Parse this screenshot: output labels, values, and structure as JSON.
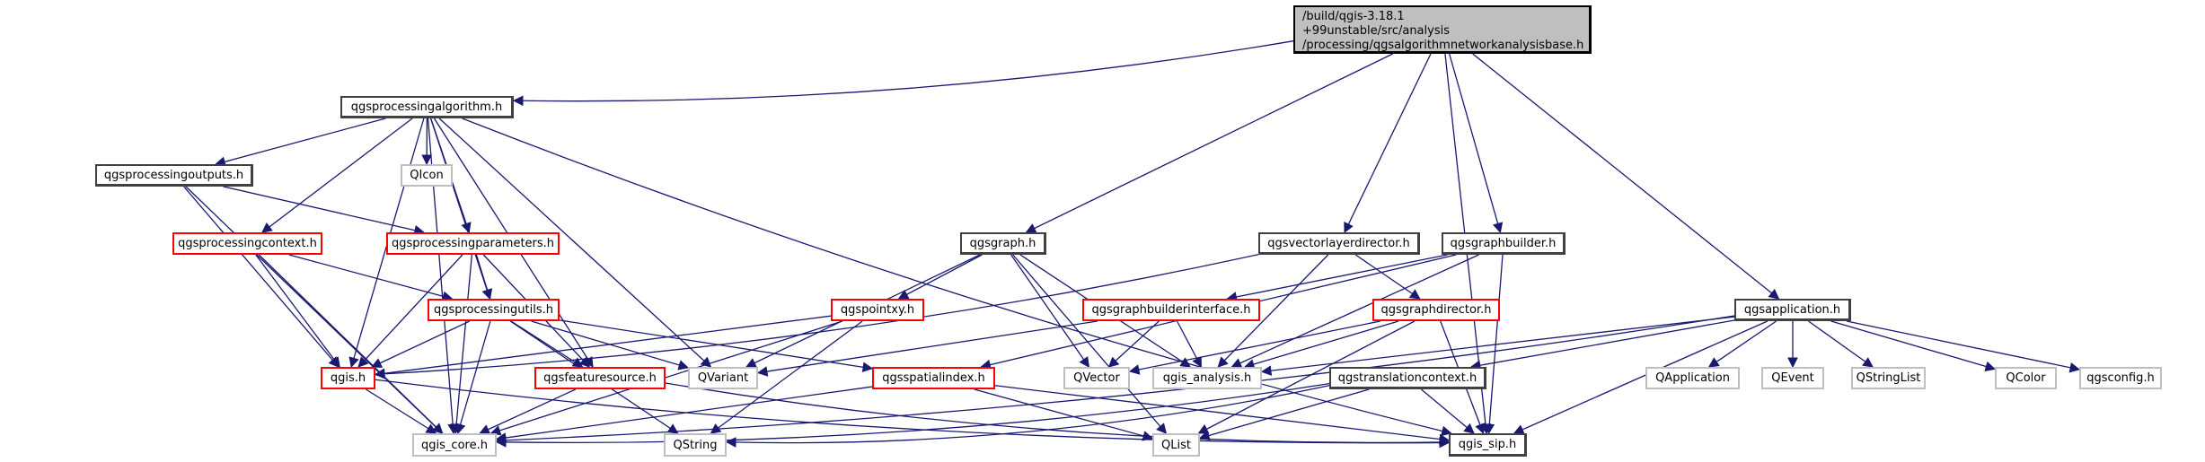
{
  "diagram": {
    "type": "include-dependency-graph",
    "root": {
      "id": "root",
      "lines": [
        "/build/qgis-3.18.1",
        "+99unstable/src/analysis",
        "/processing/qgsalgorithmnetworkanalysisbase.h"
      ]
    },
    "nodes": [
      {
        "id": "alg",
        "label": "qgsprocessingalgorithm.h",
        "style": "main"
      },
      {
        "id": "outputs",
        "label": "qgsprocessingoutputs.h",
        "style": "main"
      },
      {
        "id": "qicon",
        "label": "QIcon",
        "style": "gray"
      },
      {
        "id": "context",
        "label": "qgsprocessingcontext.h",
        "style": "red"
      },
      {
        "id": "params",
        "label": "qgsprocessingparameters.h",
        "style": "red"
      },
      {
        "id": "utils",
        "label": "qgsprocessingutils.h",
        "style": "red"
      },
      {
        "id": "qgis",
        "label": "qgis.h",
        "style": "red"
      },
      {
        "id": "featsrc",
        "label": "qgsfeaturesource.h",
        "style": "red"
      },
      {
        "id": "qvariant",
        "label": "QVariant",
        "style": "gray"
      },
      {
        "id": "core",
        "label": "qgis_core.h",
        "style": "gray"
      },
      {
        "id": "qstring",
        "label": "QString",
        "style": "gray"
      },
      {
        "id": "graph",
        "label": "qgsgraph.h",
        "style": "main"
      },
      {
        "id": "vld",
        "label": "qgsvectorlayerdirector.h",
        "style": "main"
      },
      {
        "id": "gb",
        "label": "qgsgraphbuilder.h",
        "style": "main"
      },
      {
        "id": "pointxy",
        "label": "qgspointxy.h",
        "style": "red"
      },
      {
        "id": "gbi",
        "label": "qgsgraphbuilderinterface.h",
        "style": "red"
      },
      {
        "id": "gdir",
        "label": "qgsgraphdirector.h",
        "style": "red"
      },
      {
        "id": "spidx",
        "label": "qgsspatialindex.h",
        "style": "red"
      },
      {
        "id": "qvector",
        "label": "QVector",
        "style": "gray"
      },
      {
        "id": "analysis",
        "label": "qgis_analysis.h",
        "style": "gray"
      },
      {
        "id": "trctx",
        "label": "qgstranslationcontext.h",
        "style": "main"
      },
      {
        "id": "qlist",
        "label": "QList",
        "style": "gray"
      },
      {
        "id": "sip",
        "label": "qgis_sip.h",
        "style": "main"
      },
      {
        "id": "app",
        "label": "qgsapplication.h",
        "style": "main"
      },
      {
        "id": "qapplication",
        "label": "QApplication",
        "style": "gray"
      },
      {
        "id": "qevent",
        "label": "QEvent",
        "style": "gray"
      },
      {
        "id": "qstringlist",
        "label": "QStringList",
        "style": "gray"
      },
      {
        "id": "qcolor",
        "label": "QColor",
        "style": "gray"
      },
      {
        "id": "qgsconfig",
        "label": "qgsconfig.h",
        "style": "gray"
      }
    ],
    "edges": [
      [
        "root",
        "alg"
      ],
      [
        "root",
        "graph"
      ],
      [
        "root",
        "vld"
      ],
      [
        "root",
        "gb"
      ],
      [
        "root",
        "app"
      ],
      [
        "root",
        "sip"
      ],
      [
        "alg",
        "outputs"
      ],
      [
        "alg",
        "qicon"
      ],
      [
        "alg",
        "context"
      ],
      [
        "alg",
        "params"
      ],
      [
        "alg",
        "utils"
      ],
      [
        "alg",
        "qgis"
      ],
      [
        "alg",
        "featsrc"
      ],
      [
        "alg",
        "qvariant"
      ],
      [
        "alg",
        "core"
      ],
      [
        "alg",
        "sip"
      ],
      [
        "outputs",
        "params"
      ],
      [
        "outputs",
        "qgis"
      ],
      [
        "outputs",
        "core"
      ],
      [
        "context",
        "utils"
      ],
      [
        "context",
        "qgis"
      ],
      [
        "context",
        "core"
      ],
      [
        "params",
        "utils"
      ],
      [
        "params",
        "qgis"
      ],
      [
        "params",
        "featsrc"
      ],
      [
        "params",
        "core"
      ],
      [
        "utils",
        "qgis"
      ],
      [
        "utils",
        "featsrc"
      ],
      [
        "utils",
        "qvariant"
      ],
      [
        "utils",
        "spidx"
      ],
      [
        "utils",
        "core"
      ],
      [
        "utils",
        "qstring"
      ],
      [
        "qgis",
        "core"
      ],
      [
        "qgis",
        "sip"
      ],
      [
        "featsrc",
        "core"
      ],
      [
        "featsrc",
        "sip"
      ],
      [
        "graph",
        "pointxy"
      ],
      [
        "graph",
        "qvariant"
      ],
      [
        "graph",
        "qvector"
      ],
      [
        "graph",
        "analysis"
      ],
      [
        "graph",
        "qlist"
      ],
      [
        "vld",
        "gdir"
      ],
      [
        "vld",
        "analysis"
      ],
      [
        "vld",
        "qgis"
      ],
      [
        "gb",
        "gbi"
      ],
      [
        "gb",
        "spidx"
      ],
      [
        "gb",
        "analysis"
      ],
      [
        "gb",
        "sip"
      ],
      [
        "pointxy",
        "qgis"
      ],
      [
        "pointxy",
        "core"
      ],
      [
        "pointxy",
        "qstring"
      ],
      [
        "gbi",
        "qvector"
      ],
      [
        "gbi",
        "analysis"
      ],
      [
        "gbi",
        "qvariant"
      ],
      [
        "gdir",
        "qvector"
      ],
      [
        "gdir",
        "analysis"
      ],
      [
        "gdir",
        "qlist"
      ],
      [
        "gdir",
        "sip"
      ],
      [
        "spidx",
        "core"
      ],
      [
        "spidx",
        "qlist"
      ],
      [
        "spidx",
        "sip"
      ],
      [
        "trctx",
        "core"
      ],
      [
        "trctx",
        "qstring"
      ],
      [
        "trctx",
        "qlist"
      ],
      [
        "trctx",
        "sip"
      ],
      [
        "app",
        "trctx"
      ],
      [
        "app",
        "analysis"
      ],
      [
        "app",
        "qapplication"
      ],
      [
        "app",
        "qevent"
      ],
      [
        "app",
        "qstringlist"
      ],
      [
        "app",
        "qcolor"
      ],
      [
        "app",
        "qgsconfig"
      ],
      [
        "app",
        "sip"
      ],
      [
        "app",
        "core"
      ]
    ],
    "colors": {
      "edge": "#191970",
      "red_border": "#ff0000",
      "gray_border": "#bfbfbf",
      "root_fill": "#bfbfbf"
    }
  }
}
